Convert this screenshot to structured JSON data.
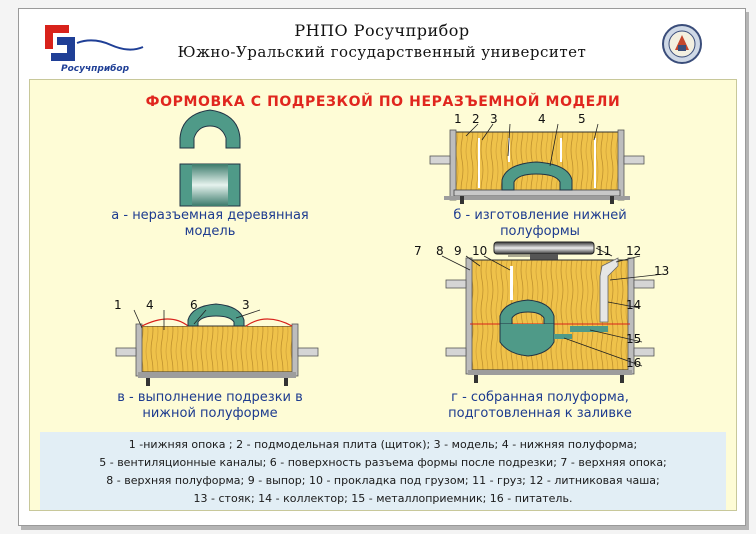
{
  "header": {
    "org_short": "РНПО Росучприбор",
    "university": "Южно-Уральский государственный университет",
    "logo_text": "Росучприбор",
    "logo_icon": "rosuchpribor-logo",
    "emblem_icon": "university-emblem"
  },
  "title": "ФОРМОВКА С ПОДРЕЗКОЙ ПО НЕРАЗЪЕМНОЙ МОДЕЛИ",
  "captions": {
    "a": [
      "а - неразъемная деревянная",
      "модель"
    ],
    "b": [
      "б - изготовление нижней",
      "полуформы"
    ],
    "v": [
      "в - выполнение подрезки в",
      "нижной полуформе"
    ],
    "g": [
      "г - собранная полуформа,",
      "подготовленная к заливке"
    ]
  },
  "labels": {
    "b": [
      "1",
      "2",
      "3",
      "4",
      "5"
    ],
    "v": [
      "1",
      "4",
      "6",
      "3"
    ],
    "g_top": [
      "7",
      "8",
      "9",
      "10",
      "11",
      "12"
    ],
    "g_side": [
      "13",
      "14",
      "15",
      "16"
    ]
  },
  "legend": [
    "1 -нижняя опока ;  2 - подмодельная плита (щиток);  3 - модель;  4 - нижняя полуформа;",
    "5 - вентиляционные каналы;  6 - поверхность разъема формы после подрезки;  7 - верхняя опока;",
    "8 - верхняя полуформа;  9 - выпор;  10 - прокладка под грузом;  11 - груз;  12 - литниковая чаша;",
    "13 - стояк;  14 - коллектор;  15 - металлоприемник;  16 - питатель."
  ],
  "footer": "",
  "colors": {
    "panel": "#fefcd6",
    "sand": "#efc24a",
    "model": "#4f9a88",
    "title": "#e0261e",
    "caption": "#1d3b8f",
    "legend_bg": "#e2eef5"
  }
}
